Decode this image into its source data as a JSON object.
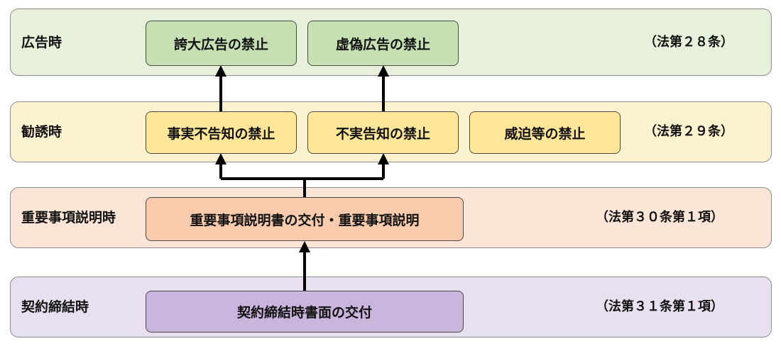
{
  "bands": {
    "advertising": {
      "label": "広告時",
      "law": "（法第２８条）"
    },
    "solicitation": {
      "label": "勧誘時",
      "law": "（法第２９条）"
    },
    "explanation": {
      "label": "重要事項説明時",
      "law": "（法第３０条第１項）"
    },
    "contract": {
      "label": "契約締結時",
      "law": "（法第３１条第１項）"
    }
  },
  "boxes": {
    "exaggerated_ad": "誇大広告の禁止",
    "false_ad": "虚偽広告の禁止",
    "nondisclosure": "事実不告知の禁止",
    "misrepresentation": "不実告知の禁止",
    "coercion": "威迫等の禁止",
    "explanation_doc": "重要事項説明書の交付・重要事項説明",
    "contract_doc": "契約締結時書面の交付"
  },
  "colors": {
    "advertising_band": "#e6f0da",
    "advertising_box": "#c6e0b4",
    "solicitation_band": "#fdf2d0",
    "solicitation_box": "#ffe699",
    "explanation_band": "#fbe5d6",
    "explanation_box": "#f8cbad",
    "contract_band": "#e8e0ef",
    "contract_box": "#c9b6dc"
  }
}
